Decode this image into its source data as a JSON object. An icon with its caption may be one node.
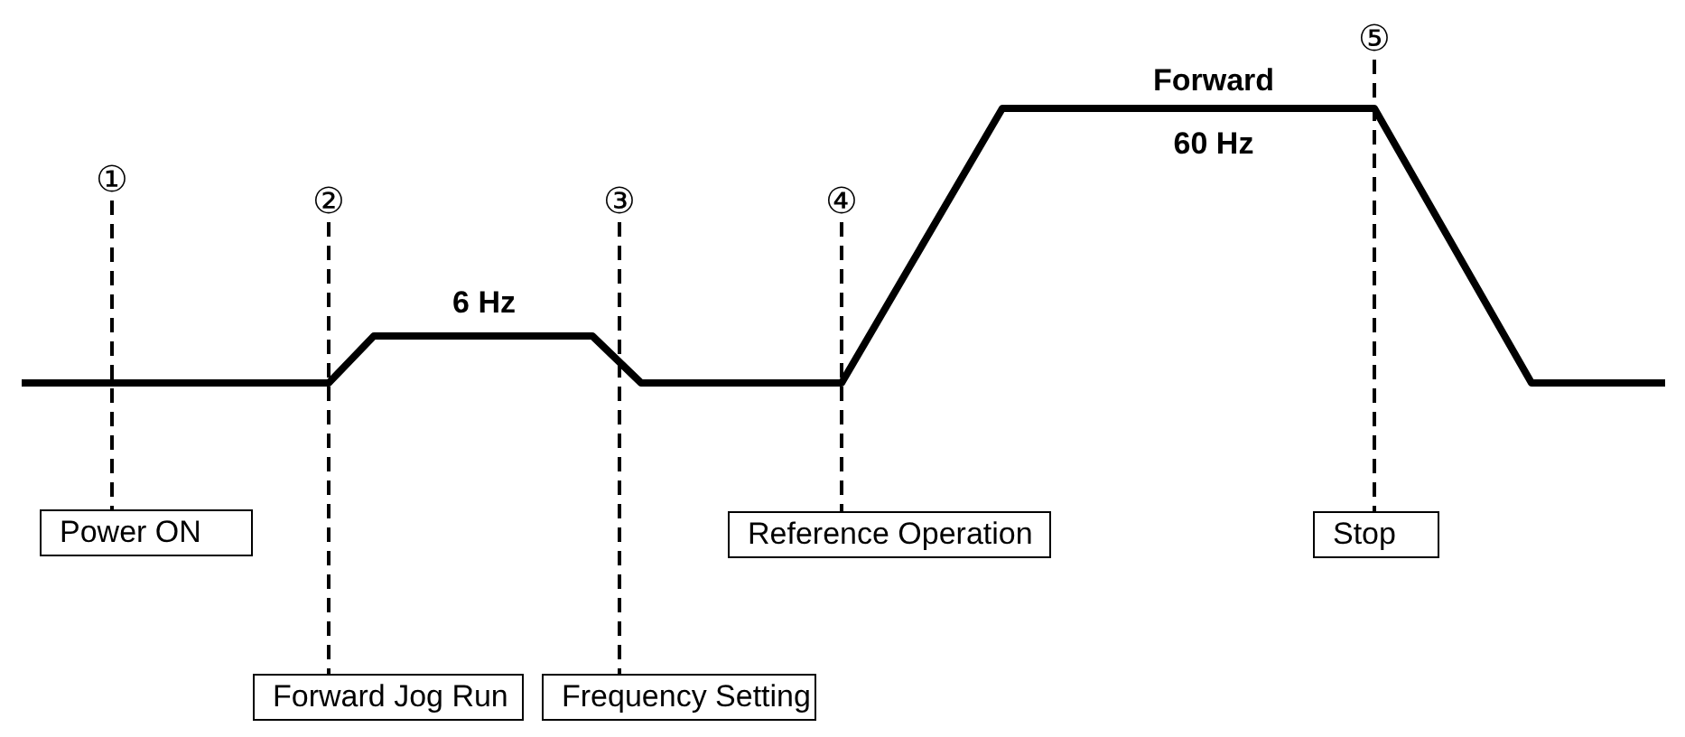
{
  "diagram": {
    "nodes": [
      {
        "text": [
          "①"
        ]
      },
      {
        "text": [
          "②"
        ]
      },
      {
        "text": [
          "③"
        ]
      },
      {
        "text": [
          "④"
        ]
      },
      {
        "text": [
          "⑤"
        ]
      },
      {
        "text": [
          "Power ON"
        ]
      },
      {
        "text": [
          "Forward Jog Run"
        ]
      },
      {
        "text": [
          "Frequency Setting"
        ]
      },
      {
        "text": [
          "Reference Operation"
        ]
      },
      {
        "text": [
          "Stop"
        ]
      }
    ],
    "edges": [
      {
        "from": 0,
        "to": 5,
        "arrow": "none",
        "style": "dashed"
      },
      {
        "from": 1,
        "to": 6,
        "arrow": "none",
        "style": "dashed"
      },
      {
        "from": 2,
        "to": 7,
        "arrow": "none",
        "style": "dashed"
      },
      {
        "from": 3,
        "to": 8,
        "arrow": "none",
        "style": "dashed"
      },
      {
        "from": 4,
        "to": 9,
        "arrow": "none",
        "style": "dashed"
      }
    ],
    "labels": [
      "Forward",
      "60 Hz",
      "6 Hz"
    ]
  }
}
